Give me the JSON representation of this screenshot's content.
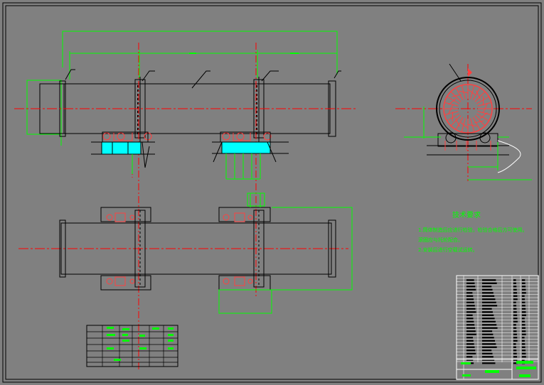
{
  "drawing": {
    "colors": {
      "background": "#808080",
      "outline": "#000000",
      "dimension": "#00ff00",
      "centerline": "#ff0000",
      "hatch": "#00ffff",
      "parts": "#ff4040",
      "white": "#ffffff"
    },
    "tech_requirements": {
      "title": "技术要求",
      "lines": [
        "1.筒体制造后应进行检验，检验合格后方可使用。",
        "滚圈应与托轮配合。",
        "2.安装后进行空载试运转。"
      ]
    },
    "views": [
      "front-elevation",
      "side-section",
      "top-plan"
    ]
  }
}
